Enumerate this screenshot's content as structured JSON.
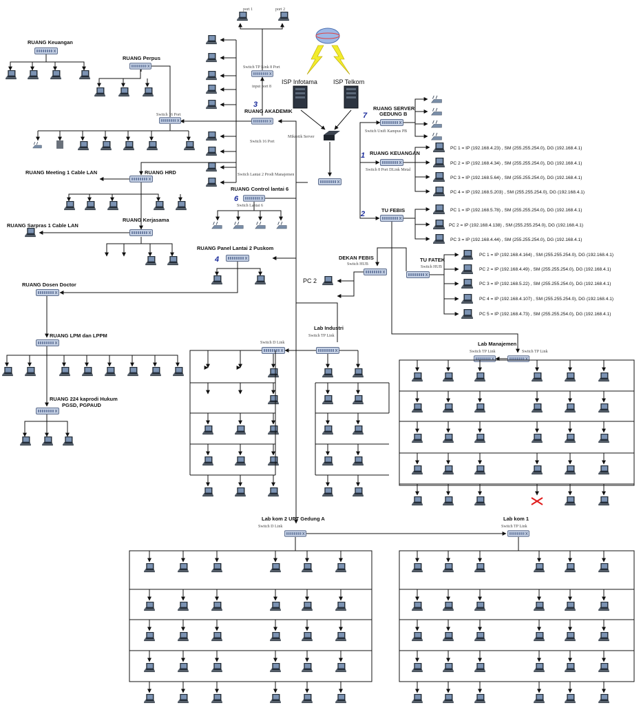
{
  "internet": {
    "isp1": "ISP Infotama",
    "isp2": "ISP Telkom",
    "router": "Mikrotik Server"
  },
  "ports": [
    "port 1",
    "port 2"
  ],
  "switch_labels": {
    "tplink8": "Switch TP Link 8 Port",
    "input": "input port 8",
    "sw16_akademik": "Switch 16 Port",
    "sw16_perpus": "Switch 16 Port",
    "lantai2": "Switch Lantai 2 Prodi Manajemen",
    "lantai6": "Switch Lantai 6",
    "unifi": "Switch Unifi Kampus PB",
    "dlink_metal": "Switch 8 Port DLink Metal",
    "hub_dekan": "Switch HUB",
    "hub_fatek": "Switch HUB",
    "lab_industri": "Switch TP Link",
    "dlink_mid": "Switch D Link",
    "lab_manajemen": "Switch TP Link",
    "tplink_right": "Switch TP Link",
    "labkom2": "Switch D Link",
    "labkom1": "Switch TP Link"
  },
  "rooms": {
    "keuangan_left": "RUANG Keuangan",
    "perpus": "RUANG Perpus",
    "akademik": "RUANG AKADEMIK",
    "meeting": "RUANG Meeting 1 Cable LAN",
    "hrd": "RUANG HRD",
    "sarpras": "RUANG Sarpras 1 Cable LAN",
    "kerjasama": "RUANG Kerjasama",
    "control6": "RUANG Control lantai 6",
    "panel2": "RUANG Panel Lantai 2 Puskom",
    "dosen": "RUANG Dosen Doctor",
    "lpm": "RUANG LPM dan LPPM",
    "r224_1": "RUANG 224 kaprodi Hukum",
    "r224_2": "PGSD, PGPAUD",
    "server_b1": "RUANG SERVER",
    "server_b2": "GEDUNG B",
    "keuangan_right": "RUANG KEUANGAN",
    "tu_febis": "TU FEBIS",
    "dekan": "DEKAN FEBIS",
    "tu_fatek": "TU FATEK",
    "pc2": "PC 2",
    "lab_industri": "Lab  Industri",
    "lab_manajemen": "Lab Manajemen",
    "labkom2": "Lab kom 2 UPT Gedung A",
    "labkom1": "Lab kom  1"
  },
  "numbers": {
    "akademik": "3",
    "server": "7",
    "keuangan": "1",
    "febis": "2",
    "control": "6",
    "panel": "4"
  },
  "ip_keuangan": [
    "PC 1  = IP (192.168.4.23) , SM (255.255.254.0), DG (192.168.4.1)",
    "PC 2  = IP (192.168.4.34) , SM (255.255.254.0), DG (192.168.4.1)",
    "PC 3  = IP (192.168.5.64) , SM (255.255.254.0), DG (192.168.4.1)",
    "PC 4  = IP (192.168.5.203) , SM (255.255.254.0), DG (192.168.4.1)"
  ],
  "ip_febis": [
    "PC 1  = IP (192.168.5.78) , SM (255.255.254.0), DG (192.168.4.1)",
    "PC 2  = IP (192.168.4.138) , SM (255.255.254.0), DG (192.168.4.1)",
    "PC 3  = IP (192.168.4.44) , SM (255.255.254.0), DG (192.168.4.1)"
  ],
  "ip_fatek": [
    "PC 1  = IP (192.168.4.164) , SM (255.255.254.0), DG (192.168.4.1)",
    "PC 2  = IP (192.168.4.49) , SM (255.255.254.0), DG (192.168.4.1)",
    "PC 3  = IP (192.168.5.22) , SM (255.255.254.0), DG (192.168.4.1)",
    "PC 4  = IP (192.168.4.107) , SM (255.255.254.0), DG (192.168.4.1)",
    "PC 5  = IP (192.168.4.73) , SM (255.255.254.0), DG (192.168.4.1)"
  ],
  "icons": {
    "pc": "desktop-pc-icon",
    "switch": "network-switch-icon",
    "ap": "wireless-access-point-icon",
    "server": "server-tower-icon",
    "router": "router-icon",
    "globe": "internet-globe-icon",
    "lightning": "lightning-bolt-icon",
    "printer": "printer-icon",
    "broken": "broken-link-x-icon"
  },
  "colors": {
    "line": "#111111",
    "switch": "#c6d2e6",
    "number": "#1d2e9c",
    "bolt": "#f2ec2c",
    "broken": "#e01b1b"
  }
}
